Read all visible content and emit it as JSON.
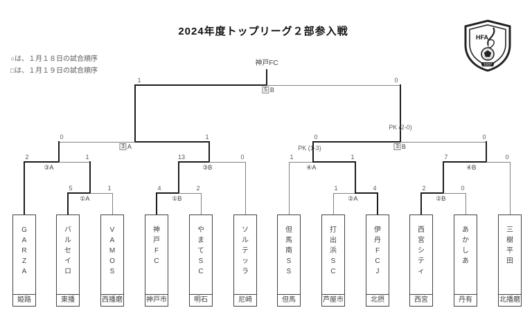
{
  "title": "2024年度トップリーグ２部参入戦",
  "legend": {
    "circle_note": "○は、１月１８日の試合順序",
    "square_note": "□は、１月１９日の試合順序"
  },
  "champion": "神戸FC",
  "logo": {
    "org": "HFA",
    "year": "1937"
  },
  "colors": {
    "line_thin": "#808080",
    "line_bold": "#1a1a1a",
    "text_gray": "#595959"
  },
  "teams": [
    {
      "name": "GARZA",
      "region": "姫路"
    },
    {
      "name": "バルセイロ",
      "region": "東播"
    },
    {
      "name": "VAMOS",
      "region": "西播磨"
    },
    {
      "name": "神戸FC",
      "region": "神戸市"
    },
    {
      "name": "やまてSC",
      "region": "明石"
    },
    {
      "name": "ソルテッラ",
      "region": "尼崎"
    },
    {
      "name": "但馬南SS",
      "region": "但馬"
    },
    {
      "name": "打出浜SC",
      "region": "芦屋市"
    },
    {
      "name": "伊丹FCJ",
      "region": "北摂"
    },
    {
      "name": "西宮シティ",
      "region": "西宮"
    },
    {
      "name": "あかしあ",
      "region": "丹有"
    },
    {
      "name": "三樹平田",
      "region": "北播磨"
    }
  ],
  "matches": {
    "round1": [
      {
        "label": "①A",
        "left_score": "5",
        "right_score": "1"
      },
      {
        "label": "①B",
        "left_score": "4",
        "right_score": "2"
      },
      {
        "label": "②A",
        "left_score": "1",
        "right_score": "4"
      },
      {
        "label": "②B",
        "left_score": "2",
        "right_score": "0"
      }
    ],
    "round2": [
      {
        "label": "③A",
        "left_score": "2",
        "right_score": "1"
      },
      {
        "label": "③B",
        "left_score": "13",
        "right_score": "0"
      },
      {
        "label": "④A",
        "left_score": "1",
        "right_score": "1",
        "pk": "PK (1-3)"
      },
      {
        "label": "④B",
        "left_score": "7",
        "right_score": "0"
      }
    ],
    "semifinals": [
      {
        "number": "3",
        "letter": "A",
        "left_score": "0",
        "right_score": "1"
      },
      {
        "number": "3",
        "letter": "B",
        "left_score": "0",
        "right_score": "0",
        "pk": "PK (2-0)"
      }
    ],
    "final": {
      "number": "5",
      "letter": "B",
      "left_score": "1",
      "right_score": "0"
    }
  }
}
